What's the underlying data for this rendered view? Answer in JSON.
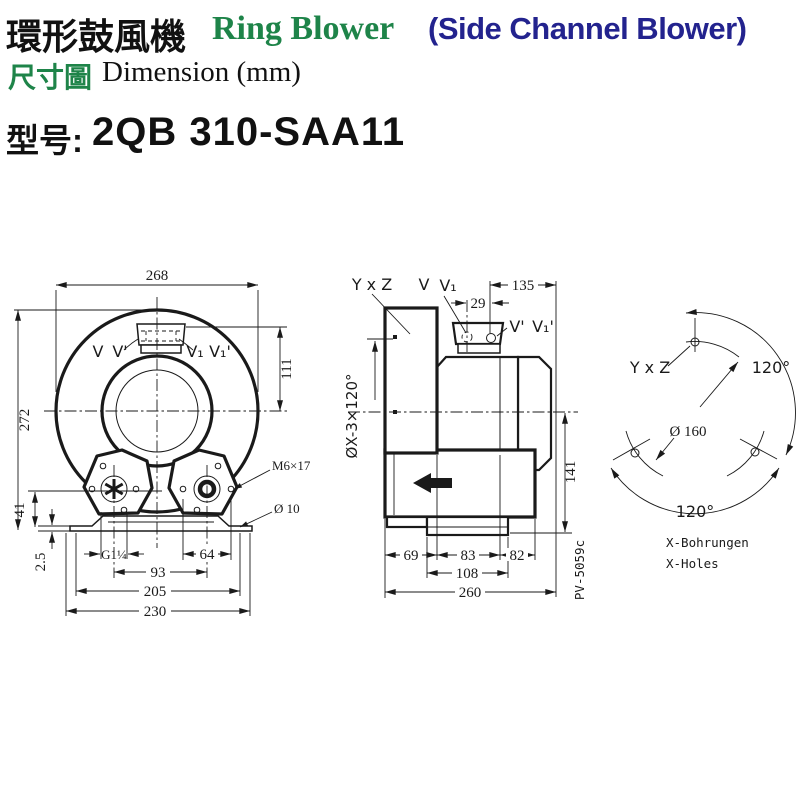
{
  "header": {
    "title_zh": "環形鼓風機",
    "title_en": "Ring Blower",
    "title_paren": "(Side Channel Blower)",
    "subtitle_zh": "尺寸圖",
    "subtitle_en": "Dimension (mm)",
    "model_label": "型号:",
    "model_value": "2QB 310-SAA11"
  },
  "colors": {
    "title_green": "#1E8449",
    "title_blue": "#23238E",
    "line_black": "#1a1a1a"
  },
  "front_view": {
    "dim_width": "268",
    "dim_height": "272",
    "dim_port_height": "111",
    "dim_foot_height": "41",
    "dim_plate_thickness": "2.5",
    "thread_label": "G1¼",
    "dim_flange_holes": "64",
    "dim_port_spacing": "93",
    "dim_plate_holes": "205",
    "dim_plate_width": "230",
    "bolt_label": "M6×17",
    "hole_label": "Ø 10",
    "port_v": "V",
    "port_vp": "V'",
    "port_v1": "V₁",
    "port_v1p": "V₁'"
  },
  "side_view": {
    "label_yxz": "Y x Z",
    "label_v": "V",
    "label_v1": "V₁",
    "label_vp": "V'",
    "label_v1p": "V₁'",
    "dim_port_pitch": "29",
    "dim_top": "135",
    "flange_hole_label": "ØX-3×120°",
    "dim_height": "141",
    "dim_69": "69",
    "dim_83": "83",
    "dim_82": "82",
    "dim_108": "108",
    "dim_total": "260",
    "doc_code": "PV-5059c"
  },
  "bolt_view": {
    "label_yxz": "Y x Z",
    "angle_top": "120°",
    "angle_bottom": "120°",
    "dim_circle": "Ø 160",
    "note_de": "X-Bohrungen",
    "note_en": "X-Holes"
  }
}
